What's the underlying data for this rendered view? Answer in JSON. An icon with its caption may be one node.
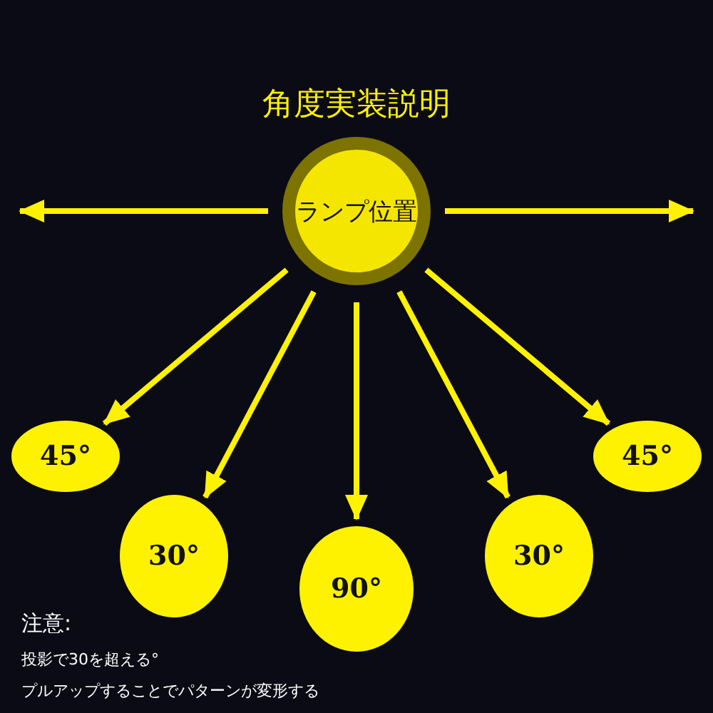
{
  "diagram": {
    "title": "角度実装説明",
    "nodes": [
      {
        "text": [
          "ランプ位置"
        ]
      },
      {
        "text": [
          "45°"
        ]
      },
      {
        "text": [
          "30°"
        ]
      },
      {
        "text": [
          "90°"
        ]
      },
      {
        "text": [
          "30°"
        ]
      },
      {
        "text": [
          "45°"
        ]
      }
    ],
    "edges": [
      {
        "from": 0,
        "to": null,
        "arrow": "to"
      },
      {
        "from": 0,
        "to": null,
        "arrow": "to"
      },
      {
        "from": 0,
        "to": 1,
        "arrow": "to"
      },
      {
        "from": 0,
        "to": 2,
        "arrow": "to"
      },
      {
        "from": 0,
        "to": 3,
        "arrow": "to"
      },
      {
        "from": 0,
        "to": 4,
        "arrow": "to"
      },
      {
        "from": 0,
        "to": 5,
        "arrow": "to"
      }
    ],
    "labels": [
      "注意:",
      "投影で30を超える°",
      "プルアップすることでパターンが変形する"
    ]
  }
}
